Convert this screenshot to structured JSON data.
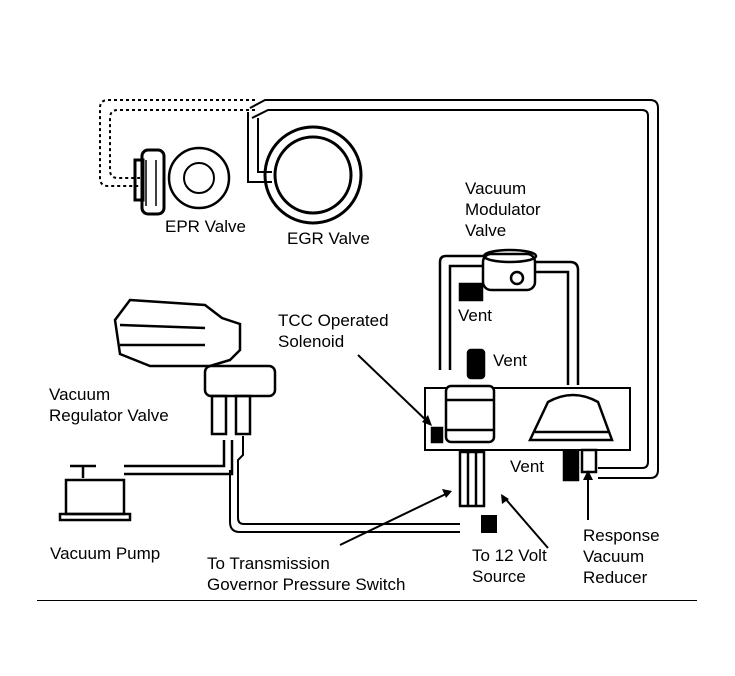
{
  "labels": {
    "epr_valve": "EPR Valve",
    "egr_valve": "EGR Valve",
    "vacuum_modulator_valve": [
      "Vacuum",
      "Modulator",
      "Valve"
    ],
    "vent_modulator": "Vent",
    "tcc_operated_solenoid": [
      "TCC Operated",
      "Solenoid"
    ],
    "vent_solenoid": "Vent",
    "vacuum_regulator_valve": [
      "Vacuum",
      "Regulator Valve"
    ],
    "vent_reducer": "Vent",
    "response_vacuum_reducer": [
      "Response",
      "Vacuum",
      "Reducer"
    ],
    "vacuum_pump": "Vacuum Pump",
    "to_transmission_governor_pressure_switch": [
      "To Transmission",
      "Governor Pressure Switch"
    ],
    "to_12_volt_source": [
      "To 12 Volt",
      "Source"
    ]
  },
  "colors": {
    "line": "#000000",
    "background": "#ffffff"
  }
}
